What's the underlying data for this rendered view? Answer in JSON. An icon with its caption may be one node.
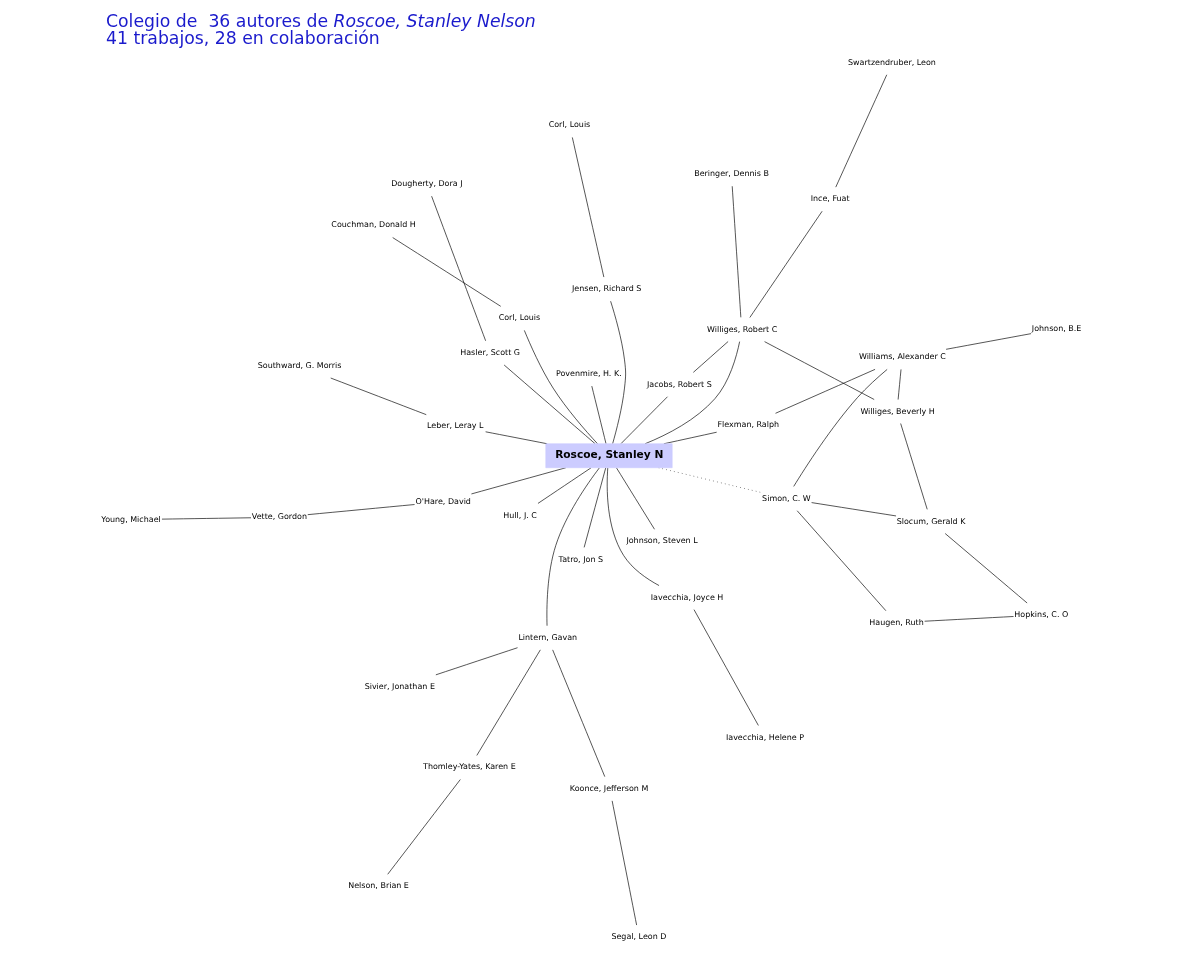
{
  "diagram": {
    "title": "Colegio de  36 autores de *Roscoe, Stanley Nelson*",
    "caption": "41 trabajos, 28 en colaboración",
    "nodes": [
      {
        "text": [
          "Nelson, Brian E"
        ]
      },
      {
        "text": [
          "Thomley-Yates, Karen E"
        ]
      },
      {
        "text": [
          "Johnson, Steven L"
        ]
      },
      {
        "text": [
          "Couchman, Donald H"
        ]
      },
      {
        "text": [
          "Segal, Leon D"
        ]
      },
      {
        "text": [
          "Sivier, Jonathan E"
        ]
      },
      {
        "text": [
          "Young, Michael"
        ]
      },
      {
        "text": [
          "Koonce, Jefferson M"
        ]
      },
      {
        "text": [
          "Tatro, Jon S"
        ]
      },
      {
        "text": [
          "Corl, Louis"
        ]
      },
      {
        "text": [
          "Lintern, Gavan"
        ]
      },
      {
        "text": [
          "Vette, Gordon"
        ]
      },
      {
        "text": [
          "Iavecchia, Helene P"
        ]
      },
      {
        "text": [
          "Johnson, B.E"
        ]
      },
      {
        "text": [
          "Roscoe, Stanley N"
        ]
      },
      {
        "text": [
          "O'Hare, David"
        ]
      },
      {
        "text": [
          "Iavecchia, Joyce H"
        ]
      },
      {
        "text": [
          "Flexman, Ralph"
        ]
      },
      {
        "text": [
          "Leber, Leray L"
        ]
      },
      {
        "text": [
          "Hull, J. C"
        ]
      },
      {
        "text": [
          "Jensen, Richard S"
        ]
      },
      {
        "text": [
          "Southward, G. Morris"
        ]
      },
      {
        "text": [
          "Williams, Alexander C"
        ]
      },
      {
        "text": [
          "Corl, Louis"
        ]
      },
      {
        "text": [
          "Povenmire, H. K."
        ]
      },
      {
        "text": [
          "Williges, Robert C"
        ]
      },
      {
        "text": [
          "Williges, Beverly H"
        ]
      },
      {
        "text": [
          "Simon, C. W"
        ]
      },
      {
        "text": [
          "Jacobs, Robert S"
        ]
      },
      {
        "text": [
          "Ince, Fuat"
        ]
      },
      {
        "text": [
          "Beringer, Dennis B"
        ]
      },
      {
        "text": [
          "Slocum, Gerald K"
        ]
      },
      {
        "text": [
          "Haugen, Ruth"
        ]
      },
      {
        "text": [
          "Hasler, Scott G"
        ]
      },
      {
        "text": [
          "Swartzendruber, Leon"
        ]
      },
      {
        "text": [
          "Hopkins, C. O"
        ]
      },
      {
        "text": [
          "Dougherty, Dora J"
        ]
      }
    ],
    "edges": [
      {
        "from": 0,
        "to": 1,
        "arrow": "none"
      },
      {
        "from": 1,
        "to": 10,
        "arrow": "none"
      },
      {
        "from": 5,
        "to": 10,
        "arrow": "none"
      },
      {
        "from": 4,
        "to": 7,
        "arrow": "none"
      },
      {
        "from": 7,
        "to": 10,
        "arrow": "none"
      },
      {
        "from": 10,
        "to": 14,
        "arrow": "none"
      },
      {
        "from": 8,
        "to": 14,
        "arrow": "none"
      },
      {
        "from": 3,
        "to": 9,
        "arrow": "none"
      },
      {
        "from": 9,
        "to": 14,
        "arrow": "none"
      },
      {
        "from": 2,
        "to": 14,
        "arrow": "none"
      },
      {
        "from": 6,
        "to": 11,
        "arrow": "none"
      },
      {
        "from": 11,
        "to": 15,
        "arrow": "none"
      },
      {
        "from": 15,
        "to": 14,
        "arrow": "none"
      },
      {
        "from": 12,
        "to": 16,
        "arrow": "none"
      },
      {
        "from": 16,
        "to": 14,
        "arrow": "none"
      },
      {
        "from": 14,
        "to": 17,
        "arrow": "none"
      },
      {
        "from": 14,
        "to": 18,
        "arrow": "none"
      },
      {
        "from": 18,
        "to": 21,
        "arrow": "none"
      },
      {
        "from": 14,
        "to": 19,
        "arrow": "none"
      },
      {
        "from": 14,
        "to": 20,
        "arrow": "none"
      },
      {
        "from": 20,
        "to": 23,
        "arrow": "none"
      },
      {
        "from": 14,
        "to": 24,
        "arrow": "none"
      },
      {
        "from": 14,
        "to": 28,
        "arrow": "none"
      },
      {
        "from": 28,
        "to": 25,
        "arrow": "none"
      },
      {
        "from": 14,
        "to": 25,
        "arrow": "none"
      },
      {
        "from": 14,
        "to": 33,
        "arrow": "none"
      },
      {
        "from": 14,
        "to": 27,
        "arrow": "none",
        "style": "dashed"
      },
      {
        "from": 33,
        "to": 36,
        "arrow": "none"
      },
      {
        "from": 17,
        "to": 22,
        "arrow": "none"
      },
      {
        "from": 13,
        "to": 22,
        "arrow": "none"
      },
      {
        "from": 22,
        "to": 26,
        "arrow": "none"
      },
      {
        "from": 22,
        "to": 27,
        "arrow": "none"
      },
      {
        "from": 25,
        "to": 26,
        "arrow": "none"
      },
      {
        "from": 25,
        "to": 29,
        "arrow": "none"
      },
      {
        "from": 25,
        "to": 30,
        "arrow": "none"
      },
      {
        "from": 29,
        "to": 34,
        "arrow": "none"
      },
      {
        "from": 26,
        "to": 31,
        "arrow": "none"
      },
      {
        "from": 27,
        "to": 31,
        "arrow": "none"
      },
      {
        "from": 27,
        "to": 32,
        "arrow": "none"
      },
      {
        "from": 31,
        "to": 35,
        "arrow": "none"
      },
      {
        "from": 32,
        "to": 35,
        "arrow": "none"
      }
    ]
  }
}
